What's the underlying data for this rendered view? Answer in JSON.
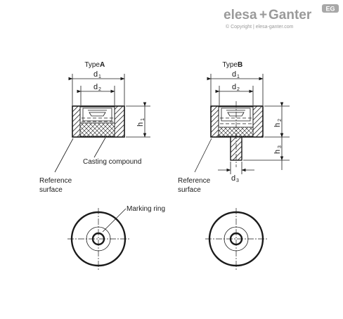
{
  "brand": {
    "part1": "elesa",
    "separator": "+",
    "part2": "Ganter",
    "badge": "EG",
    "copyright": "© Copyright | elesa-ganter.com"
  },
  "type_a": {
    "title_prefix": "Type ",
    "title_letter": "A",
    "d1": "d",
    "d1_sub": "1",
    "d2": "d",
    "d2_sub": "2",
    "h1": "h",
    "h1_sub": "1",
    "casting": "Casting compound",
    "reference_line1": "Reference",
    "reference_line2": "surface"
  },
  "type_b": {
    "title_prefix": "Type ",
    "title_letter": "B",
    "d1": "d",
    "d1_sub": "1",
    "d2": "d",
    "d2_sub": "2",
    "h2": "h",
    "h2_sub": "2",
    "h3": "h",
    "h3_sub": "3",
    "d3": "d",
    "d3_sub": "3",
    "reference_line1": "Reference",
    "reference_line2": "surface"
  },
  "marking_ring": "Marking ring"
}
